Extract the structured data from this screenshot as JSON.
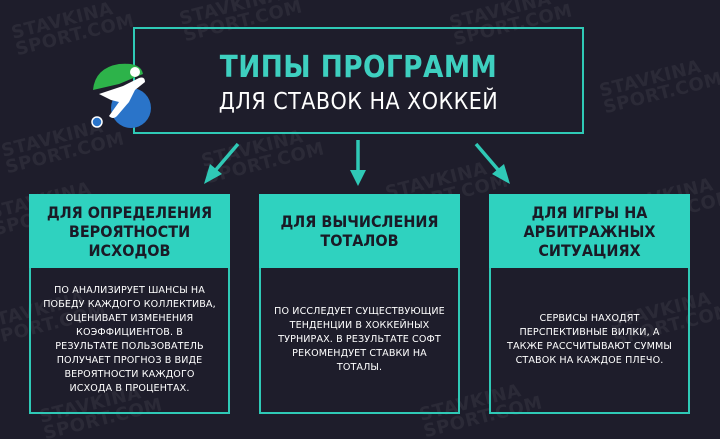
{
  "watermark": "STAVKINA\nSPORT.COM",
  "title": {
    "main": "ТИПЫ ПРОГРАММ",
    "sub": "ДЛЯ СТАВОК НА ХОККЕЙ"
  },
  "columns": [
    {
      "heading": "ДЛЯ ОПРЕДЕЛЕНИЯ ВЕРОЯТНОСТИ ИСХОДОВ",
      "body": "ПО АНАЛИЗИРУЕТ ШАНСЫ НА ПОБЕДУ КАЖДОГО КОЛЛЕКТИВА, ОЦЕНИВАЕТ ИЗМЕНЕНИЯ КОЭФФИЦИЕНТОВ. В РЕЗУЛЬТАТЕ ПОЛЬЗОВАТЕЛЬ ПОЛУЧАЕТ ПРОГНОЗ В ВИДЕ ВЕРОЯТНОСТИ КАЖДОГО ИСХОДА В ПРОЦЕНТАХ."
    },
    {
      "heading": "ДЛЯ ВЫЧИСЛЕНИЯ ТОТАЛОВ",
      "body": "ПО ИССЛЕДУЕТ СУЩЕСТВУЮЩИЕ ТЕНДЕНЦИИ В ХОККЕЙНЫХ ТУРНИРАХ. В РЕЗУЛЬТАТЕ СОФТ РЕКОМЕНДУЕТ СТАВКИ НА ТОТАЛЫ."
    },
    {
      "heading": "ДЛЯ ИГРЫ НА АРБИТРАЖНЫХ СИТУАЦИЯХ",
      "body": "СЕРВИСЫ НАХОДЯТ ПЕРСПЕКТИВНЫЕ ВИЛКИ, А ТАКЖЕ РАССЧИТЫВАЮТ СУММЫ СТАВОК НА КАЖДОЕ ПЛЕЧО."
    }
  ],
  "colors": {
    "background": "#1e1d2b",
    "accent": "#2fd2bf",
    "title_accent": "#3ed0c0",
    "text": "#ffffff"
  },
  "icons": [
    "soccer-player-logo-icon",
    "arrow-down-left-icon",
    "arrow-down-icon",
    "arrow-down-right-icon"
  ]
}
